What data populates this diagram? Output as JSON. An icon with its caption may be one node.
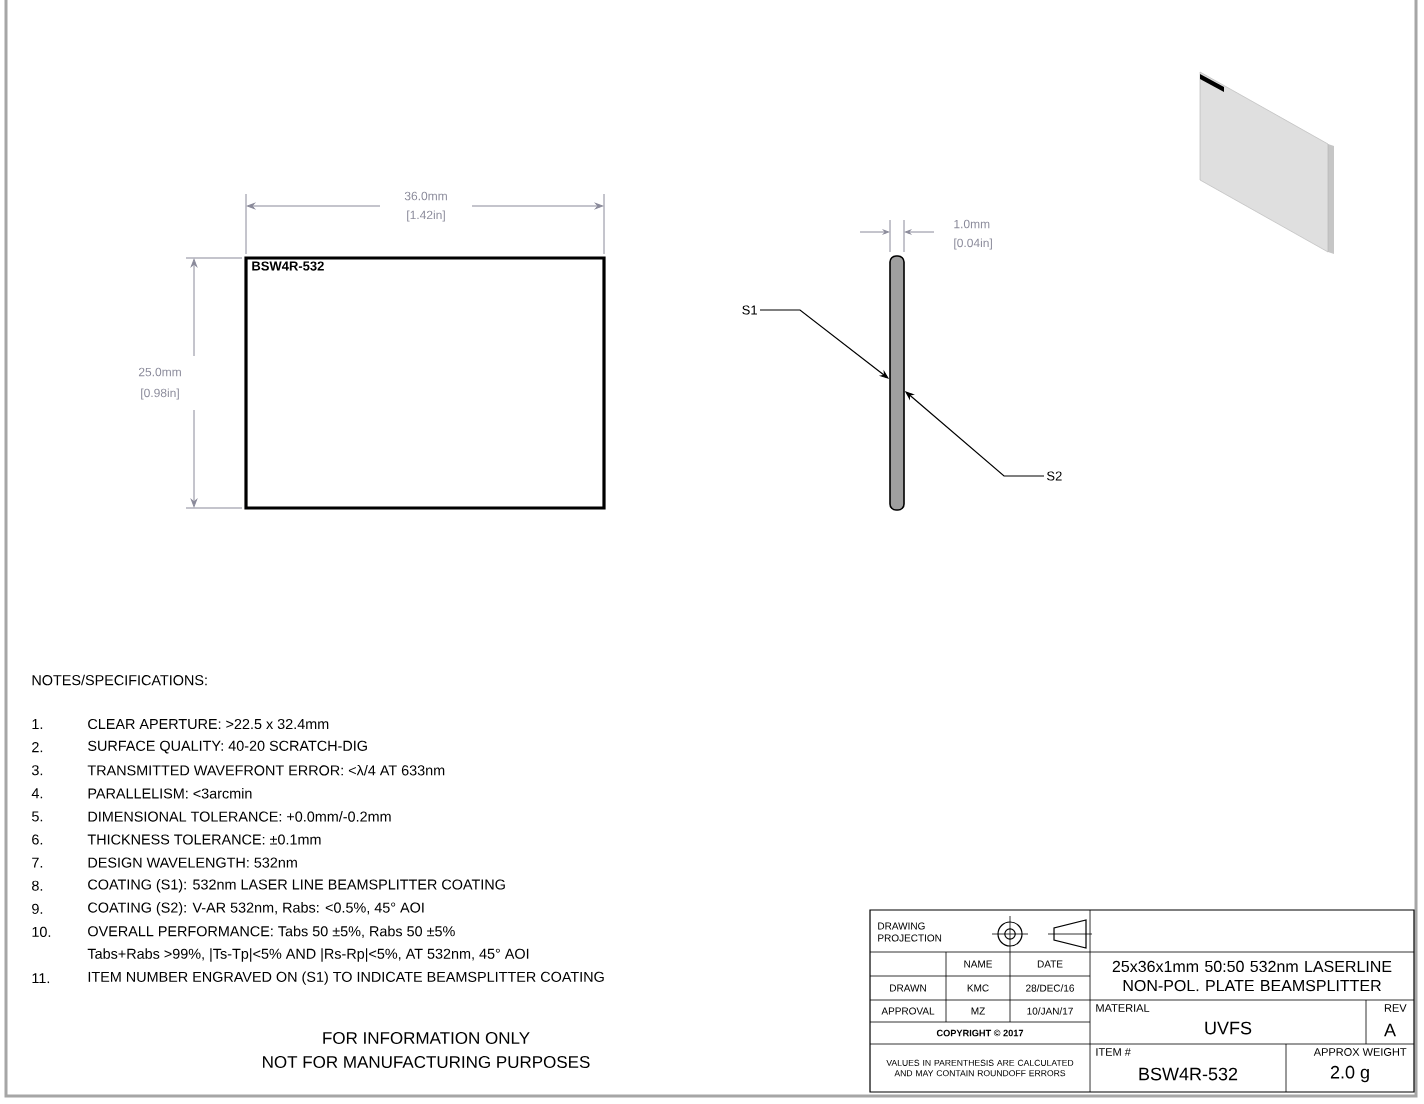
{
  "diagram": {
    "nodes": [
      {
        "text": [
          "S1"
        ]
      },
      {
        "text": [
          "S2"
        ]
      },
      {
        "text": [],
        "shape": "bar"
      }
    ],
    "edges": [
      {
        "from": 0,
        "to": 2,
        "arrow": "to"
      },
      {
        "from": 1,
        "to": 2,
        "arrow": "to"
      }
    ],
    "labels": [
      "36.0mm",
      "[1.42in]",
      "BSW4R-532",
      "25.0mm",
      "[0.98in]",
      "1.0mm",
      "[0.04in]",
      "NOTES/SPECIFICATIONS:",
      "1.",
      "CLEAR APERTURE: >22.5 x 32.4mm",
      "2.",
      "SURFACE QUALITY: 40-20 SCRATCH-DIG",
      "3.",
      "TRANSMITTED WAVEFRONT ERROR: <λ/4 AT 633nm",
      "4.",
      "PARALLELISM: <3arcmin",
      "5.",
      "DIMENSIONAL TOLERANCE: +0.0mm/-0.2mm",
      "6.",
      "THICKNESS TOLERANCE: ±0.1mm",
      "7.",
      "DESIGN WAVELENGTH: 532nm",
      "8.",
      "COATING (S1): 532nm LASER LINE BEAMSPLITTER COATING",
      "9.",
      "COATING (S2): V-AR 532nm, Rabs: <0.5%, 45° AOI",
      "10.",
      "OVERALL PERFORMANCE: Tabs 50 ±5%, Rabs 50 ±5%",
      "Tabs+Rabs >99%, |Ts-Tp|<5% AND |Rs-Rp|<5%, AT 532nm, 45° AOI",
      "11.",
      "ITEM NUMBER ENGRAVED ON (S1) TO INDICATE BEAMSPLITTER COATING",
      "FOR INFORMATION ONLY",
      "NOT FOR MANUFACTURING PURPOSES",
      "DRAWING PROJECTION",
      "NAME",
      "DATE",
      "DRAWN",
      "KMC",
      "28/DEC/16",
      "APPROVAL",
      "MZ",
      "10/JAN/17",
      "COPYRIGHT © 2017",
      "VALUES IN PARENTHESIS ARE CALCULATED AND MAY CONTAIN ROUNDOFF ERRORS",
      "25x36x1mm 50:50 532nm LASERLINE NON-POL. PLATE BEAMSPLITTER",
      "MATERIAL",
      "REV",
      "UVFS",
      "A",
      "ITEM #",
      "APPROX WEIGHT",
      "BSW4R-532",
      "2.0 g"
    ]
  }
}
